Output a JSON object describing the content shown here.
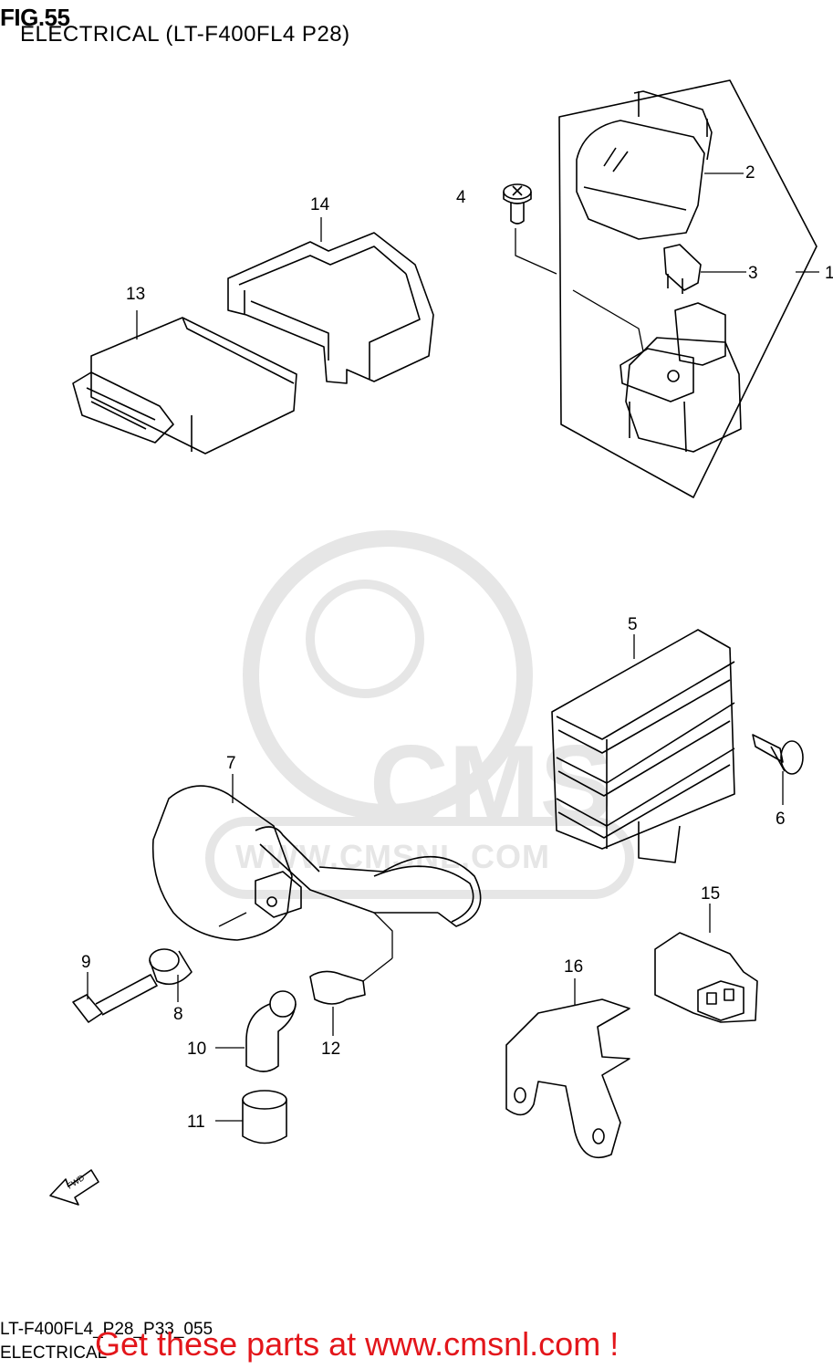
{
  "header": {
    "fig": "FIG.55",
    "subtitle": "ELECTRICAL (LT-F400FL4 P28)"
  },
  "footer": {
    "code": "LT-F400FL4_P28_P33_055",
    "section": "ELECTRICAL",
    "promo": "Get these parts at www.cmsnl.com !"
  },
  "watermark": {
    "brand": "CMS",
    "url": "WWW.CMSNL.COM"
  },
  "direction_label": "FWD",
  "callouts": [
    "1",
    "2",
    "3",
    "4",
    "5",
    "6",
    "7",
    "8",
    "9",
    "10",
    "11",
    "12",
    "13",
    "14",
    "15",
    "16"
  ],
  "colors": {
    "promo": "#e3161b",
    "watermark": "#e6e6e6",
    "line": "#000000"
  }
}
